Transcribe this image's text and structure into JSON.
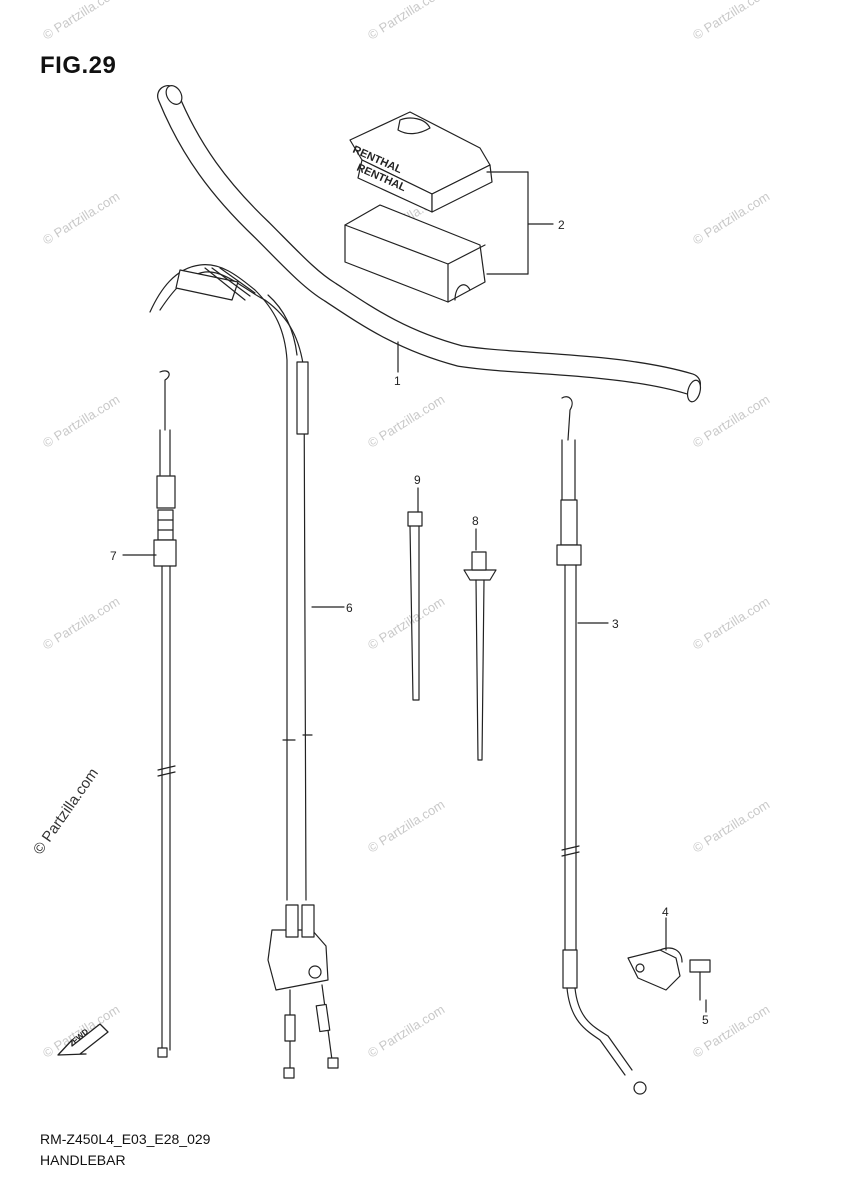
{
  "figure": {
    "title": "FIG.29",
    "code": "RM-Z450L4_E03_E28_029",
    "name": "HANDLEBAR"
  },
  "watermark": {
    "text": "© Partzilla.com",
    "featured_text": "© Partzilla.com"
  },
  "pad": {
    "brand": "RENTHAL"
  },
  "fwd_label": "FWD",
  "parts": [
    {
      "number": "1",
      "part": "handlebar"
    },
    {
      "number": "2",
      "part": "handlebar-pad-set"
    },
    {
      "number": "3",
      "part": "clutch-cable"
    },
    {
      "number": "4",
      "part": "cable-clamp"
    },
    {
      "number": "5",
      "part": "bolt"
    },
    {
      "number": "6",
      "part": "throttle-cable-assembly"
    },
    {
      "number": "7",
      "part": "hot-start-cable"
    },
    {
      "number": "8",
      "part": "cable-tie-with-clip"
    },
    {
      "number": "9",
      "part": "cable-tie"
    }
  ],
  "colors": {
    "line": "#222222",
    "watermark": "#c9c9c9"
  }
}
